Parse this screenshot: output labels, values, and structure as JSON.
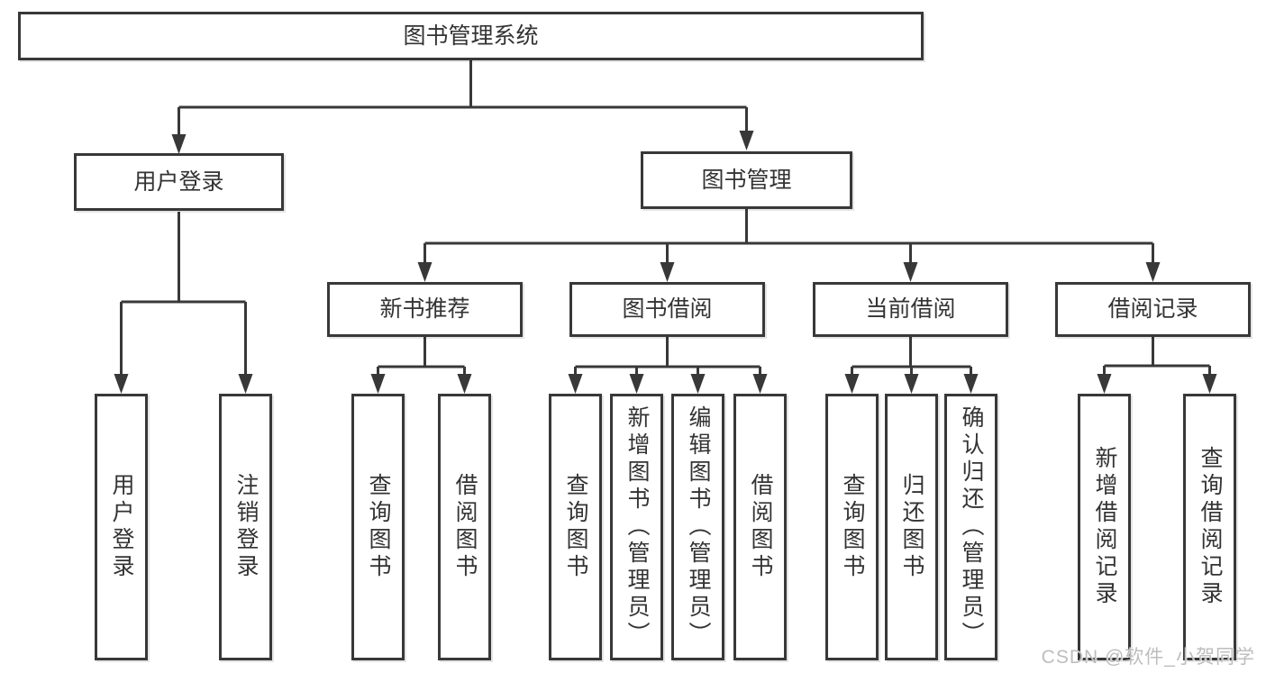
{
  "diagram": {
    "title": "图书管理系统",
    "root": {
      "label": "图书管理系统"
    },
    "level2": {
      "user_login": {
        "label": "用户登录"
      },
      "book_mgmt": {
        "label": "图书管理"
      }
    },
    "level3": {
      "new_books": {
        "label": "新书推荐"
      },
      "borrowing": {
        "label": "图书借阅"
      },
      "current": {
        "label": "当前借阅"
      },
      "records": {
        "label": "借阅记录"
      }
    },
    "leaves": {
      "user_login": [
        {
          "label": "用户登录"
        },
        {
          "label": "注销登录"
        }
      ],
      "new_books": [
        {
          "label": "查询图书"
        },
        {
          "label": "借阅图书"
        }
      ],
      "borrowing": [
        {
          "label": "查询图书"
        },
        {
          "label": "新增图书（管理员）"
        },
        {
          "label": "编辑图书（管理员）"
        },
        {
          "label": "借阅图书"
        }
      ],
      "current": [
        {
          "label": "查询图书"
        },
        {
          "label": "归还图书"
        },
        {
          "label": "确认归还（管理员）"
        }
      ],
      "records": [
        {
          "label": "新增借阅记录"
        },
        {
          "label": "查询借阅记录"
        }
      ]
    },
    "watermark": "CSDN @软件_小贺同学",
    "colors": {
      "line": "#383838",
      "border": "#383838",
      "text": "#333333",
      "watermark": "#bdbdbd",
      "background": "#ffffff"
    }
  }
}
